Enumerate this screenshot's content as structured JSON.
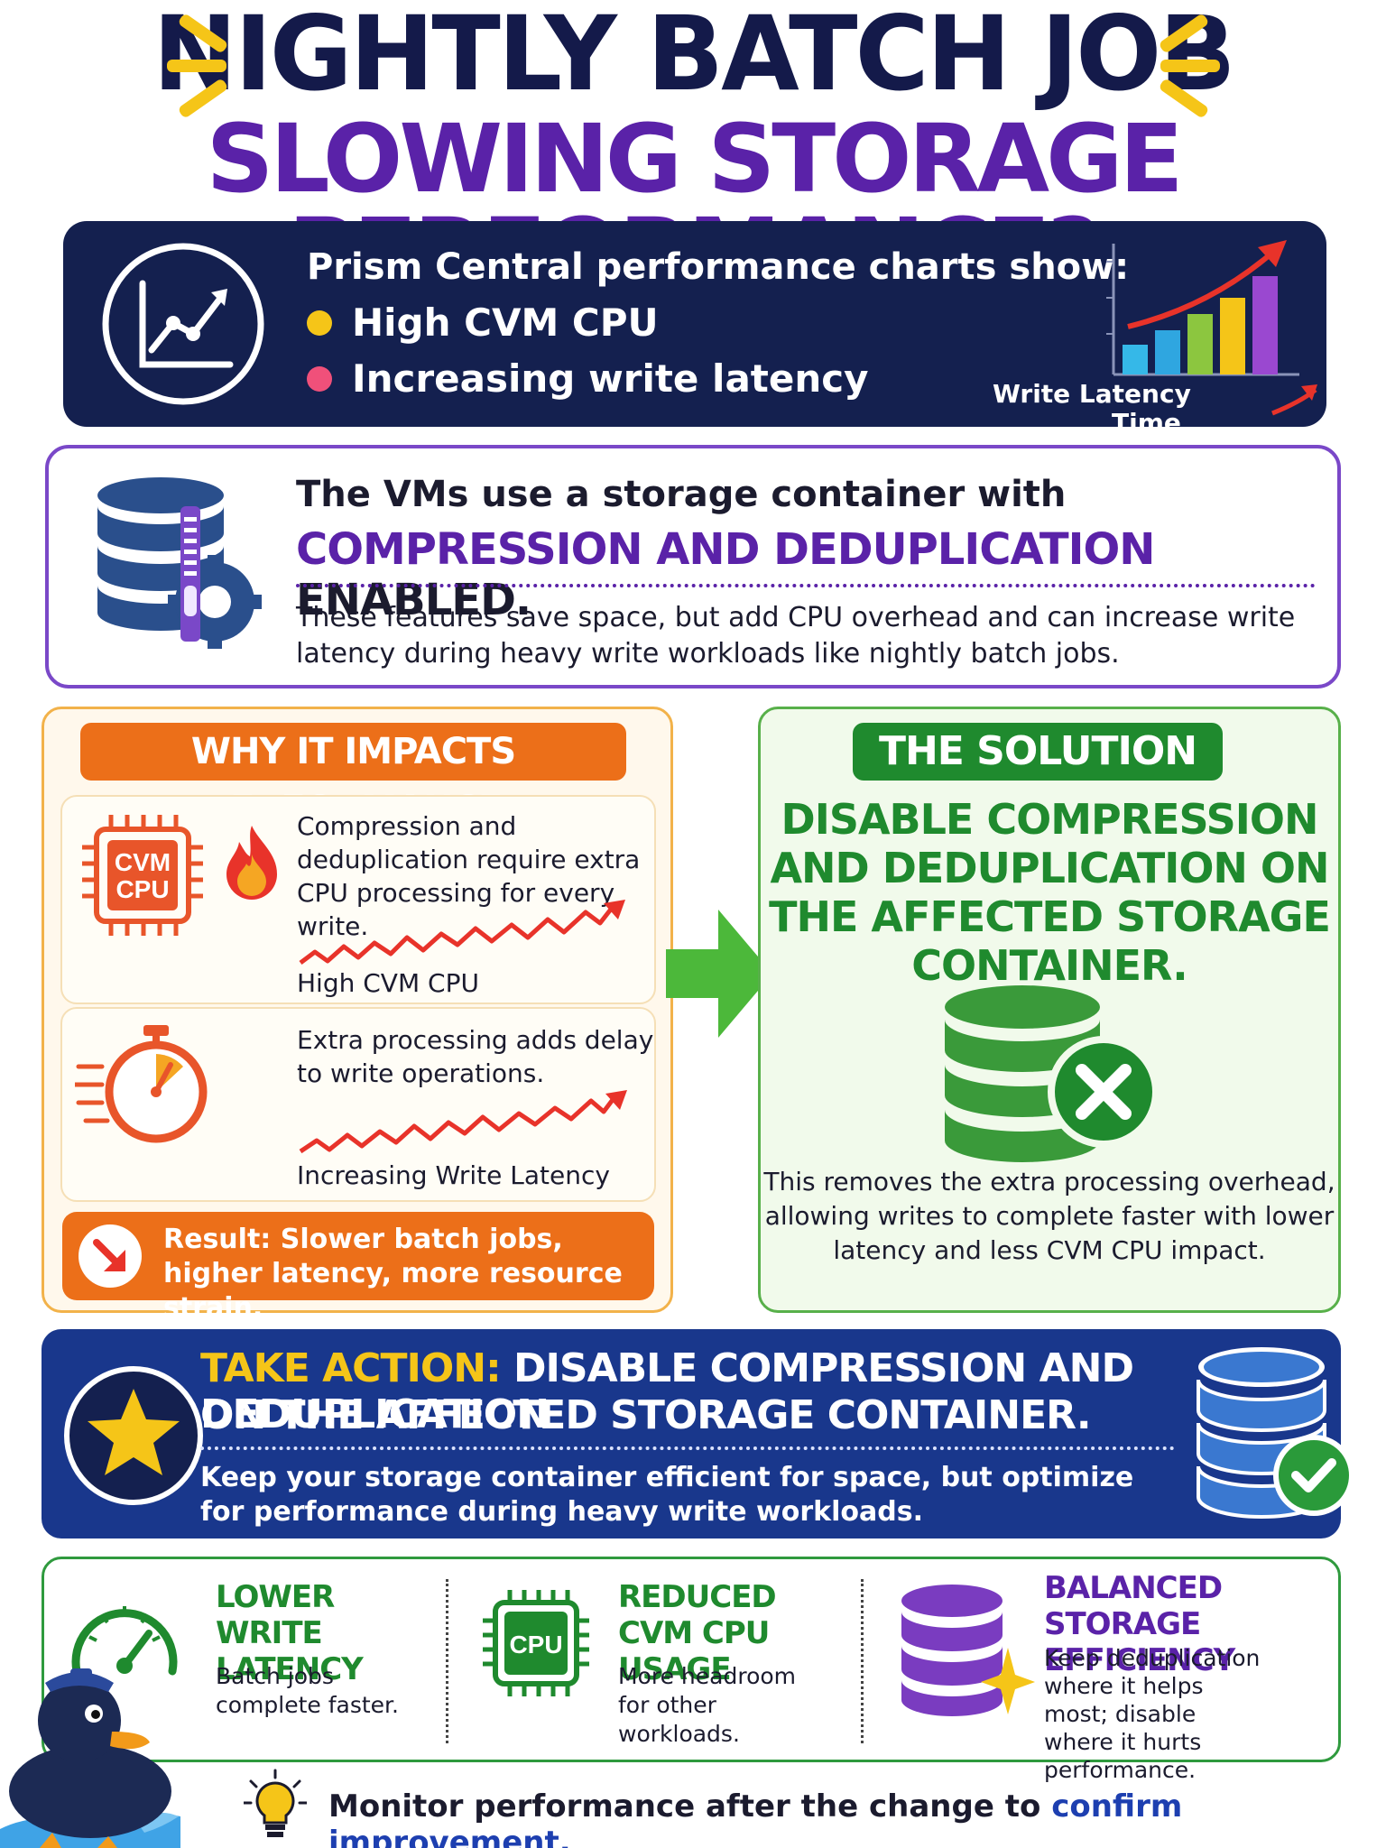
{
  "header": {
    "title_line1": "NIGHTLY BATCH JOB",
    "title_line2": "SLOWING STORAGE PERFORMANCE?"
  },
  "prism": {
    "title": "Prism Central performance charts show:",
    "items": [
      {
        "text": "High CVM CPU",
        "dot_color": "#f5c518"
      },
      {
        "text": "Increasing write latency",
        "dot_color": "#f0507a"
      }
    ],
    "chart_caption_1": "Write Latency",
    "chart_caption_2": "Time"
  },
  "vms": {
    "line1": "The VMs use a storage container with",
    "highlight": "COMPRESSION AND DEDUPLICATION",
    "rest": " ENABLED.",
    "body": "These features save space, but add CPU overhead and can increase write latency during heavy write workloads like nightly batch jobs."
  },
  "why": {
    "tag": "WHY IT IMPACTS PERFORMANCE",
    "card1": {
      "chip_line1": "CVM",
      "chip_line2": "CPU",
      "text": "Compression and deduplication require extra CPU processing for every write.",
      "caption": "High CVM CPU"
    },
    "card2": {
      "text": "Extra processing adds delay to write operations.",
      "caption": "Increasing Write Latency"
    },
    "result": "Result: Slower batch jobs, higher latency, more resource strain."
  },
  "solution": {
    "tag": "THE SOLUTION",
    "heading": "DISABLE COMPRESSION AND DEDUPLICATION ON THE AFFECTED STORAGE CONTAINER.",
    "body": "This removes the extra processing overhead, allowing writes to complete faster with lower latency and less CVM CPU impact."
  },
  "action": {
    "lead": "TAKE ACTION:",
    "line1": " DISABLE COMPRESSION AND DEDUPLICATION",
    "line2": "ON THE AFFECTED STORAGE CONTAINER.",
    "body": "Keep your storage container efficient for space, but optimize for performance during heavy write workloads."
  },
  "benefits": [
    {
      "title": "LOWER WRITE LATENCY",
      "text": "Batch jobs complete faster.",
      "color": "#1f8a2e",
      "icon": "gauge-icon"
    },
    {
      "title": "REDUCED CVM CPU USAGE",
      "text": "More headroom for other workloads.",
      "color": "#1f8a2e",
      "icon": "cpu-chip-icon",
      "chip_label": "CPU"
    },
    {
      "title": "BALANCED STORAGE EFFICIENCY",
      "text": "Keep deduplication where it helps most; disable where it hurts performance.",
      "color": "#5a22a8",
      "icon": "database-sparkle-icon"
    }
  ],
  "footer": {
    "text": "Monitor performance after the change to ",
    "emphasis": "confirm improvement."
  },
  "colors": {
    "navy": "#14204f",
    "purple": "#5a22a8",
    "orange": "#ec6f19",
    "green": "#1f8a2e",
    "blue": "#19378c",
    "yellow": "#f5c518"
  }
}
